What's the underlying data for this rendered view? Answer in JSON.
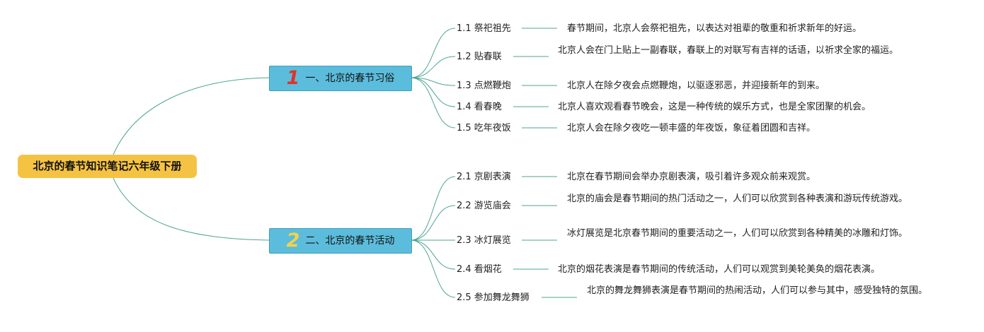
{
  "root": {
    "label": "北京的春节知识笔记六年级下册"
  },
  "branches": [
    {
      "label": "一、北京的春节习俗",
      "badge": "1",
      "items": [
        {
          "label": "1.1 祭祀祖先",
          "desc": "春节期间，北京人会祭祀祖先，以表达对祖辈的敬重和祈求新年的好运。"
        },
        {
          "label": "1.2 贴春联",
          "desc": "北京人会在门上贴上一副春联，春联上的对联写有吉祥的话语，以祈求全家的福运。"
        },
        {
          "label": "1.3 点燃鞭炮",
          "desc": "北京人在除夕夜会点燃鞭炮，以驱逐邪恶，并迎接新年的到来。"
        },
        {
          "label": "1.4 看春晚",
          "desc": "北京人喜欢观看春节晚会，这是一种传统的娱乐方式，也是全家团聚的机会。"
        },
        {
          "label": "1.5 吃年夜饭",
          "desc": "北京人会在除夕夜吃一顿丰盛的年夜饭，象征着团圆和吉祥。"
        }
      ]
    },
    {
      "label": "二、北京的春节活动",
      "badge": "2",
      "items": [
        {
          "label": "2.1 京剧表演",
          "desc": "北京在春节期间会举办京剧表演，吸引着许多观众前来观赏。"
        },
        {
          "label": "2.2 游览庙会",
          "desc": "北京的庙会是春节期间的热门活动之一，人们可以欣赏到各种表演和游玩传统游戏。"
        },
        {
          "label": "2.3 冰灯展览",
          "desc": "冰灯展览是北京春节期间的重要活动之一，人们可以欣赏到各种精美的冰雕和灯饰。"
        },
        {
          "label": "2.4 看烟花",
          "desc": "北京的烟花表演是春节期间的传统活动，人们可以观赏到美轮美奂的烟花表演。"
        },
        {
          "label": "2.5 参加舞龙舞狮",
          "desc": "北京的舞龙舞狮表演是春节期间的热闹活动，人们可以参与其中，感受独特的氛围。"
        }
      ]
    }
  ],
  "colors": {
    "root": "#f5c343",
    "branch": "#5cbcdb",
    "edge": "#4ea593"
  }
}
